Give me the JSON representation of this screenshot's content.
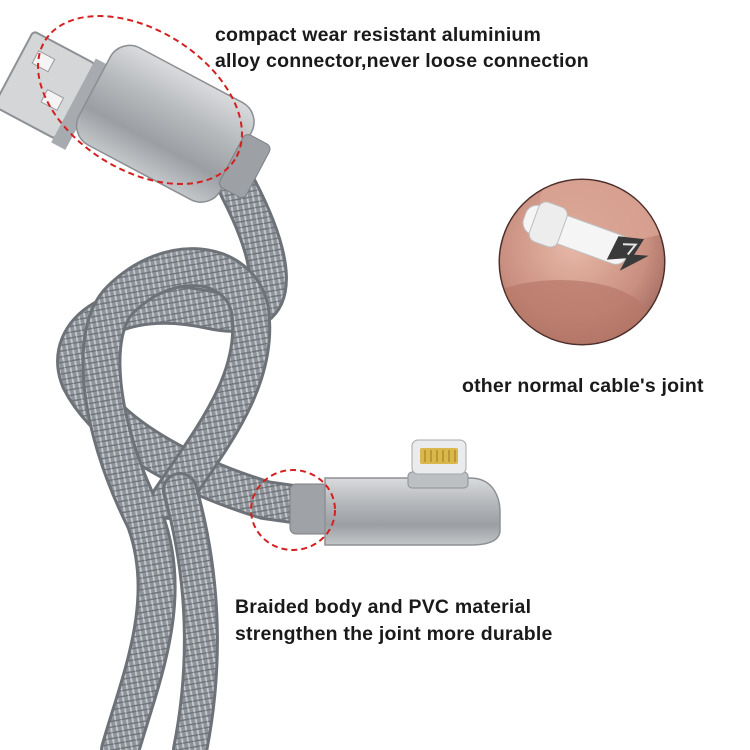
{
  "image": {
    "description_free_captions": {
      "top": [
        "compact wear resistant aluminium",
        "alloy connector,never loose connection"
      ],
      "middle": "other normal cable's joint",
      "bottom": [
        "Braided body and PVC material",
        "strengthen the joint more durable"
      ]
    },
    "colors": {
      "background": "#ffffff",
      "cable_braid": "#8f949a",
      "connector_metal": "#b9bcbf",
      "highlight_ellipse": "#d42020",
      "text": "#1a1a1a"
    }
  }
}
